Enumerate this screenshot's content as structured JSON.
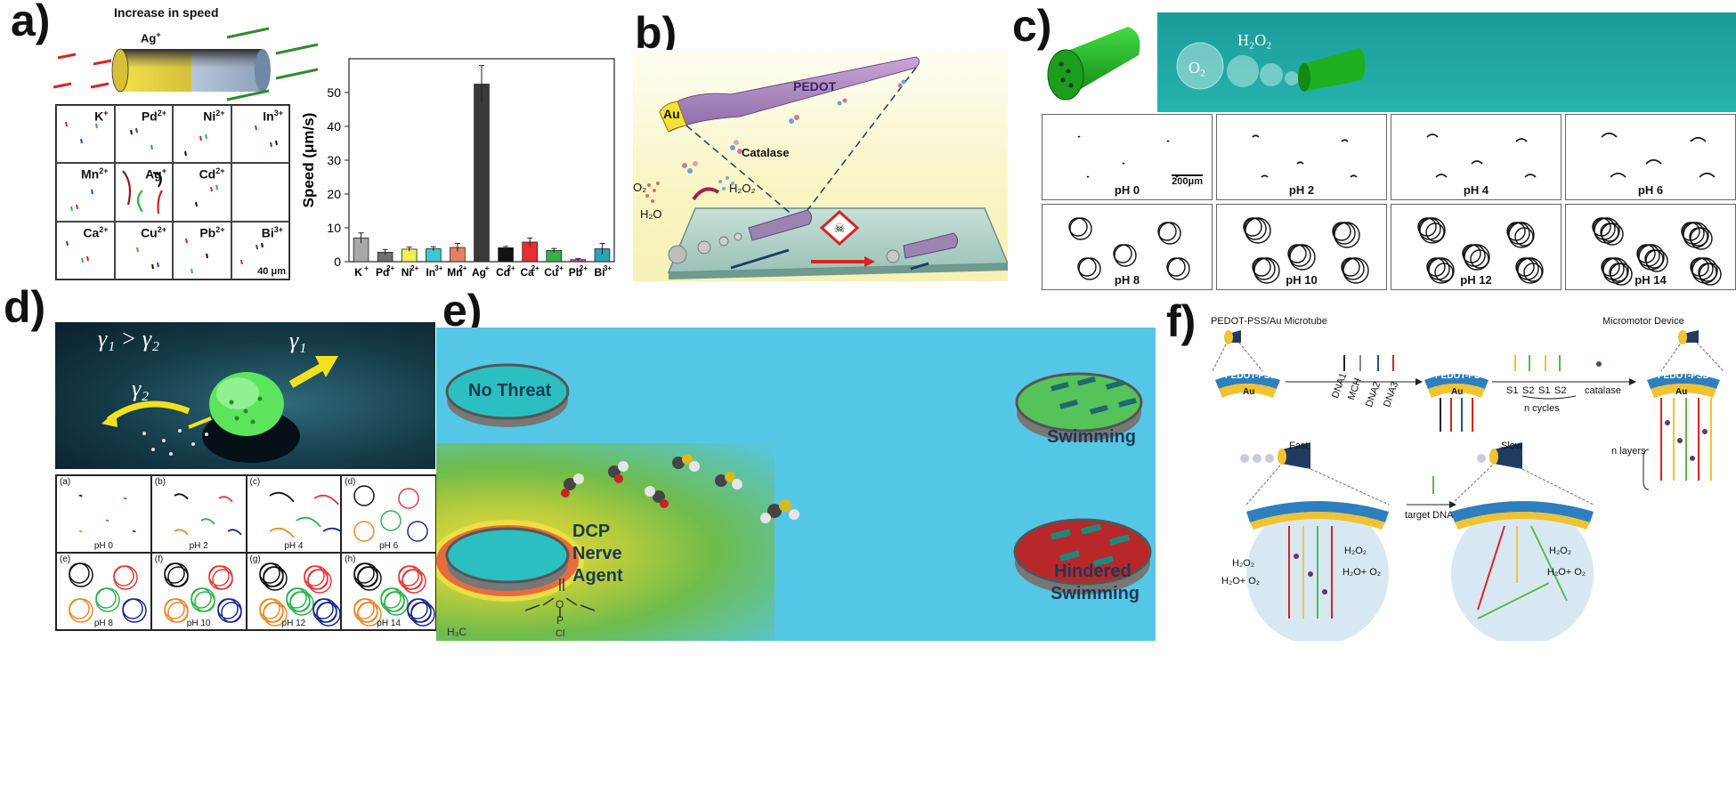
{
  "panel_labels": {
    "a": "a)",
    "b": "b)",
    "c": "c)",
    "d": "d)",
    "e": "e)",
    "f": "f)"
  },
  "panel_a": {
    "increase_text": "Increase in speed",
    "ion_label": "Ag",
    "ion_sup": "+",
    "grid_labels": [
      "K",
      "Pd",
      "Ni",
      "In",
      "Mn",
      "Ag",
      "Cd",
      "",
      "Ca",
      "Cu",
      "Pb",
      "Bi"
    ],
    "grid_sups": [
      "+",
      "2+",
      "2+",
      "3+",
      "2+",
      "+",
      "2+",
      "",
      "2+",
      "2+",
      "2+",
      "3+"
    ],
    "scale_bar": "40 μm"
  },
  "chart_data": {
    "type": "bar",
    "categories": [
      "K",
      "Pd",
      "Ni",
      "In",
      "Mn",
      "Ag",
      "Cd",
      "Ca",
      "Cu",
      "Pb",
      "Bi"
    ],
    "category_sups": [
      "+",
      "2+",
      "2+",
      "3+",
      "2+",
      "+",
      "2+",
      "2+",
      "2+",
      "2+",
      "3+"
    ],
    "values": [
      7.0,
      2.8,
      3.7,
      3.8,
      4.2,
      52.5,
      4.1,
      5.8,
      3.3,
      0.6,
      3.8
    ],
    "errors": [
      1.5,
      0.8,
      0.6,
      0.6,
      1.2,
      5.5,
      0.4,
      1.2,
      0.6,
      0.3,
      1.6
    ],
    "colors": [
      "#a8a8a8",
      "#707070",
      "#f0ef55",
      "#3fc7d1",
      "#e97f62",
      "#3a3a3a",
      "#111111",
      "#e53030",
      "#2eb24a",
      "#c548c5",
      "#2aa3b5"
    ],
    "ylabel": "Speed (μm/s)",
    "yticks": [
      0,
      10,
      20,
      30,
      40,
      50
    ],
    "ylim": [
      0,
      60
    ]
  },
  "panel_b": {
    "pedot": "PEDOT",
    "au": "Au",
    "catalase": "Catalase",
    "o2": "O₂",
    "h2o": "H₂O",
    "h2o2": "H₂O₂"
  },
  "panel_c": {
    "h2o2": "H₂O₂",
    "o2": "O₂",
    "ph_labels": [
      "pH 0",
      "pH 2",
      "pH 4",
      "pH 6",
      "pH 8",
      "pH 10",
      "pH 12",
      "pH 14"
    ],
    "scale_bar": "200μm"
  },
  "panel_d": {
    "gamma_rel": "γ₁ > γ₂",
    "gamma1": "γ₁",
    "gamma2": "γ₂",
    "tags": [
      "(a)",
      "(b)",
      "(c)",
      "(d)",
      "(e)",
      "(f)",
      "(g)",
      "(h)"
    ],
    "ph_labels": [
      "pH 0",
      "pH 2",
      "pH 4",
      "pH 6",
      "pH 8",
      "pH 10",
      "pH 12",
      "pH 14"
    ]
  },
  "panel_e": {
    "no_threat": "No Threat",
    "swimming": "Swimming",
    "dcp": "DCP",
    "nerve_agent": "Nerve",
    "agent": "Agent",
    "hindered": "Hindered",
    "hindered2": "Swimming",
    "formula_p": "P",
    "formula_o": "O",
    "formula_cl": "Cl",
    "formula_h3c": "H₃C"
  },
  "panel_f": {
    "top_left": "PEDOT-PSS/Au Microtube",
    "top_right": "Micromotor Device",
    "pedot_pss": "PEDOT-PSS",
    "au": "Au",
    "steps": [
      "DNA1",
      "MCH",
      "DNA2",
      "DNA3"
    ],
    "cycle_labels": [
      "S1",
      "S2",
      "S1",
      "S2"
    ],
    "catalase": "catalase",
    "n_cycles": "n cycles",
    "n_layers": "n layers",
    "fast": "Fast",
    "slow": "Slow",
    "target_dna": "target DNA",
    "h2o2": "H₂O₂",
    "h2o_o2": "H₂O+ O₂"
  }
}
